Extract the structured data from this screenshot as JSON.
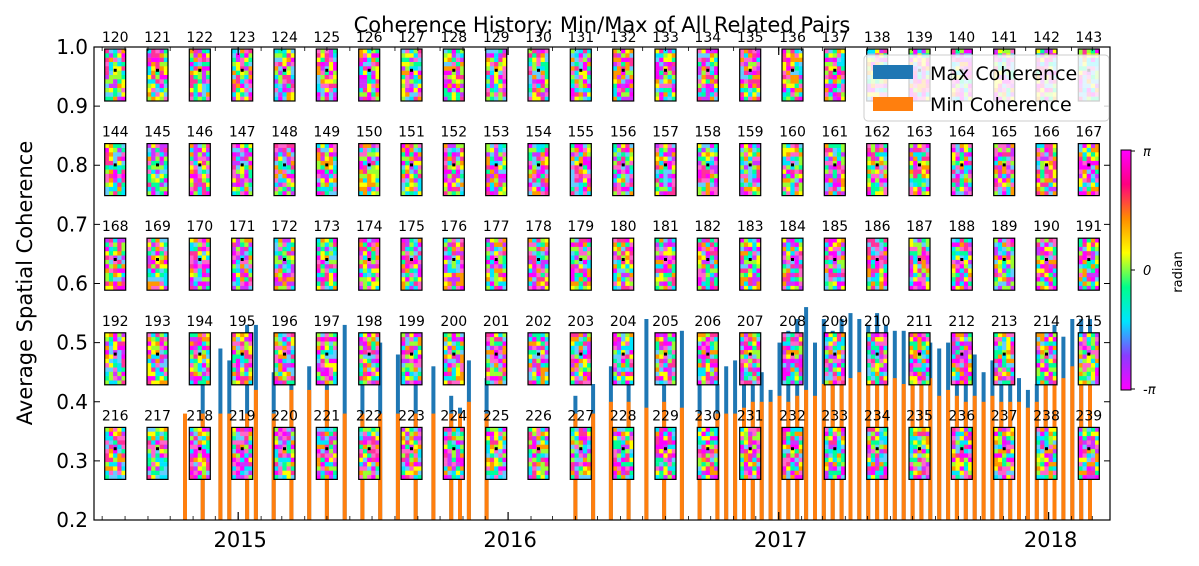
{
  "chart_data": {
    "type": "bar",
    "title": "Coherence History: Min/Max of All Related Pairs",
    "ylabel": "Average Spatial Coherence",
    "xlabel": "",
    "ylim": [
      0.2,
      1.0
    ],
    "xlim": [
      "2014-06-20",
      "2018-03-25"
    ],
    "yticks": [
      0.2,
      0.3,
      0.4,
      0.5,
      0.6,
      0.7,
      0.8,
      0.9,
      1.0
    ],
    "xticks": [
      {
        "label": "2015",
        "date": "2015-01-01"
      },
      {
        "label": "2016",
        "date": "2016-01-01"
      },
      {
        "label": "2017",
        "date": "2017-01-01"
      },
      {
        "label": "2018",
        "date": "2018-01-01"
      }
    ],
    "legend": {
      "placement": "top-right"
    },
    "series": [
      {
        "name": "Max Coherence",
        "color": "#1f77b4",
        "values": [
          0.35,
          0.44,
          0.49,
          0.47,
          0.53,
          0.53,
          0.45,
          0.49,
          0.46,
          0.48,
          0.53,
          0.47,
          0.5,
          0.48,
          0.48,
          0.46,
          0.41,
          0.39,
          0.47,
          0.44,
          0.41,
          0.43,
          0.46,
          0.48,
          0.54,
          0.48,
          0.52,
          0.47,
          0.43,
          0.46,
          0.47,
          0.43,
          0.44,
          0.45,
          0.42,
          0.5,
          0.52,
          0.54,
          0.56,
          0.5,
          0.54,
          0.52,
          0.54,
          0.55,
          0.54,
          0.53,
          0.55,
          0.53,
          0.52,
          0.52,
          0.51,
          0.51,
          0.5,
          0.49,
          0.5,
          0.48,
          0.47,
          0.48,
          0.45,
          0.47,
          0.43,
          0.45,
          0.44,
          0.42,
          0.43,
          0.5,
          0.53,
          0.51,
          0.54,
          0.54,
          0.54
        ]
      },
      {
        "name": "Min Coherence",
        "color": "#ff7f0e",
        "values": [
          0.38,
          0.38,
          0.38,
          0.38,
          0.38,
          0.42,
          0.38,
          0.42,
          0.42,
          0.42,
          0.38,
          0.38,
          0.38,
          0.38,
          0.38,
          0.38,
          0.38,
          0.38,
          0.4,
          0.38,
          0.38,
          0.38,
          0.4,
          0.4,
          0.39,
          0.4,
          0.39,
          0.38,
          0.38,
          0.38,
          0.38,
          0.39,
          0.4,
          0.4,
          0.4,
          0.41,
          0.4,
          0.41,
          0.42,
          0.41,
          0.43,
          0.43,
          0.43,
          0.44,
          0.45,
          0.44,
          0.44,
          0.43,
          0.44,
          0.43,
          0.44,
          0.44,
          0.44,
          0.41,
          0.42,
          0.41,
          0.4,
          0.41,
          0.4,
          0.41,
          0.4,
          0.4,
          0.4,
          0.39,
          0.4,
          0.44,
          0.44,
          0.44,
          0.46,
          0.44,
          0.44
        ]
      }
    ],
    "dates": [
      "2014-10-21",
      "2014-11-14",
      "2014-12-08",
      "2014-12-20",
      "2015-01-13",
      "2015-01-25",
      "2015-02-18",
      "2015-03-14",
      "2015-04-07",
      "2015-05-01",
      "2015-05-25",
      "2015-06-18",
      "2015-07-12",
      "2015-08-05",
      "2015-08-29",
      "2015-09-22",
      "2015-10-16",
      "2015-10-28",
      "2015-11-09",
      "2015-12-03",
      "2016-04-01",
      "2016-04-25",
      "2016-05-19",
      "2016-06-12",
      "2016-07-06",
      "2016-07-30",
      "2016-08-23",
      "2016-09-16",
      "2016-10-10",
      "2016-10-22",
      "2016-11-03",
      "2016-11-15",
      "2016-11-27",
      "2016-12-09",
      "2016-12-21",
      "2017-01-02",
      "2017-01-14",
      "2017-01-26",
      "2017-02-07",
      "2017-02-19",
      "2017-03-03",
      "2017-03-15",
      "2017-03-27",
      "2017-04-08",
      "2017-04-20",
      "2017-05-02",
      "2017-05-14",
      "2017-05-26",
      "2017-06-07",
      "2017-06-19",
      "2017-07-01",
      "2017-07-13",
      "2017-07-25",
      "2017-08-06",
      "2017-08-18",
      "2017-08-30",
      "2017-09-11",
      "2017-09-23",
      "2017-10-05",
      "2017-10-17",
      "2017-10-29",
      "2017-11-10",
      "2017-11-22",
      "2017-12-04",
      "2017-12-16",
      "2017-12-28",
      "2018-01-09",
      "2018-01-21",
      "2018-02-02",
      "2018-02-14",
      "2018-02-26"
    ],
    "thumbnails": {
      "labels": [
        "120",
        "121",
        "122",
        "123",
        "124",
        "125",
        "126",
        "127",
        "128",
        "129",
        "130",
        "131",
        "132",
        "133",
        "134",
        "135",
        "136",
        "137",
        "138",
        "139",
        "140",
        "141",
        "142",
        "143",
        "144",
        "145",
        "146",
        "147",
        "148",
        "149",
        "150",
        "151",
        "152",
        "153",
        "154",
        "155",
        "156",
        "157",
        "158",
        "159",
        "160",
        "161",
        "162",
        "163",
        "164",
        "165",
        "166",
        "167",
        "168",
        "169",
        "170",
        "171",
        "172",
        "173",
        "174",
        "175",
        "176",
        "177",
        "178",
        "179",
        "180",
        "181",
        "182",
        "183",
        "184",
        "185",
        "186",
        "187",
        "188",
        "189",
        "190",
        "191",
        "192",
        "193",
        "194",
        "195",
        "196",
        "197",
        "198",
        "199",
        "200",
        "201",
        "202",
        "203",
        "204",
        "205",
        "206",
        "207",
        "208",
        "209",
        "210",
        "211",
        "212",
        "213",
        "214",
        "215",
        "216",
        "217",
        "218",
        "219",
        "220",
        "221",
        "222",
        "223",
        "224",
        "225",
        "226",
        "227",
        "228",
        "229",
        "230",
        "231",
        "232",
        "233",
        "234",
        "235",
        "236",
        "237",
        "238",
        "239"
      ],
      "rows": 5,
      "cols": 24
    },
    "colorbar": {
      "label": "radian",
      "ticks": [
        "π",
        "0",
        "-π"
      ],
      "colormap": [
        "#ff00ff",
        "#8a3cff",
        "#00e5ff",
        "#00ff8c",
        "#ffff00",
        "#ff8c00",
        "#ff0080",
        "#ff00ff"
      ]
    }
  }
}
